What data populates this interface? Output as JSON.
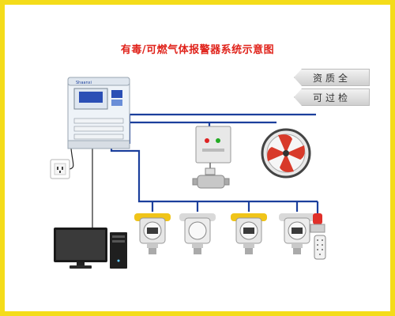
{
  "diagram": {
    "title": "有毒/可燃气体报警器系统示意图",
    "tags": [
      "资质全",
      "可过检"
    ],
    "controller_brand": "Shaanxi",
    "colors": {
      "wire": "#1b3f9c",
      "border": "#f4dc1a",
      "title": "#e0231b",
      "detector_yellow": "#f0c419",
      "fan_blade": "#d83a2a",
      "alarm_light": "#e0302a"
    },
    "icons": [
      "controller-cabinet",
      "power-socket",
      "computer-monitor",
      "pc-tower",
      "control-box",
      "solenoid-valve",
      "axial-fan",
      "gas-detector",
      "sound-light-alarm",
      "remote-control"
    ]
  }
}
